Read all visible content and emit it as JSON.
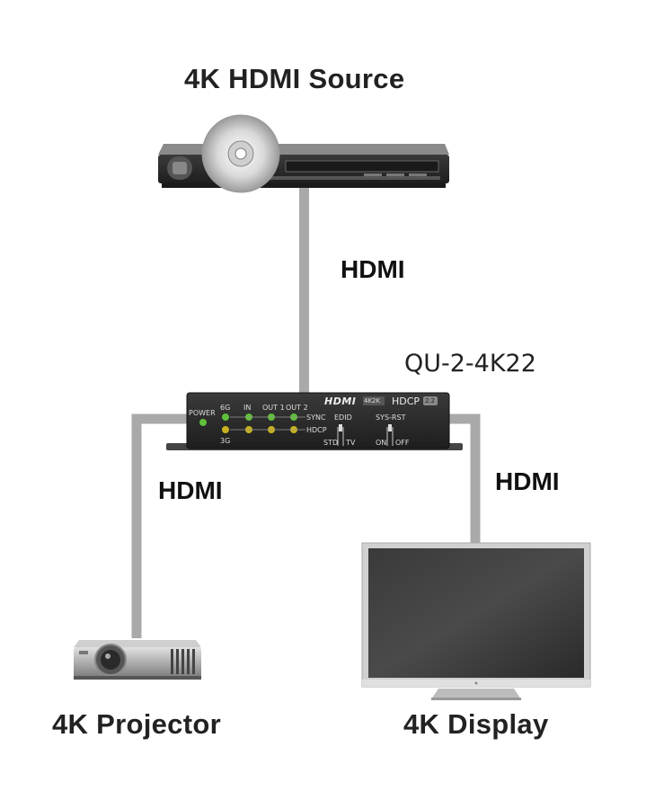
{
  "source_label": "4K HDMI Source",
  "model_label": "QU-2-4K22",
  "projector_label": "4K Projector",
  "display_label": "4K Display",
  "link_labels": {
    "source_link": "HDMI",
    "projector_link": "HDMI",
    "display_link": "HDMI"
  },
  "splitter_panel": {
    "power": "POWER",
    "in6g": "6G",
    "in3g": "3G",
    "in": "IN",
    "out1": "OUT 1",
    "out2": "OUT 2",
    "sync": "SYNC",
    "hdcp": "HDCP",
    "hdmi_logo": "HDMI",
    "res_badge": "4K2K",
    "hdcp_logo": "HDCP",
    "hdcp_ver": "2.2",
    "edid": "EDID",
    "sysrst": "SYS-RST",
    "std": "STD",
    "tv": "TV",
    "on": "ON",
    "off": "OFF"
  },
  "colors": {
    "cable": "#a9a9a9",
    "led_green": "#5fbf3a",
    "led_yellow": "#c9b21e",
    "device_dark": "#2b2b2b"
  }
}
